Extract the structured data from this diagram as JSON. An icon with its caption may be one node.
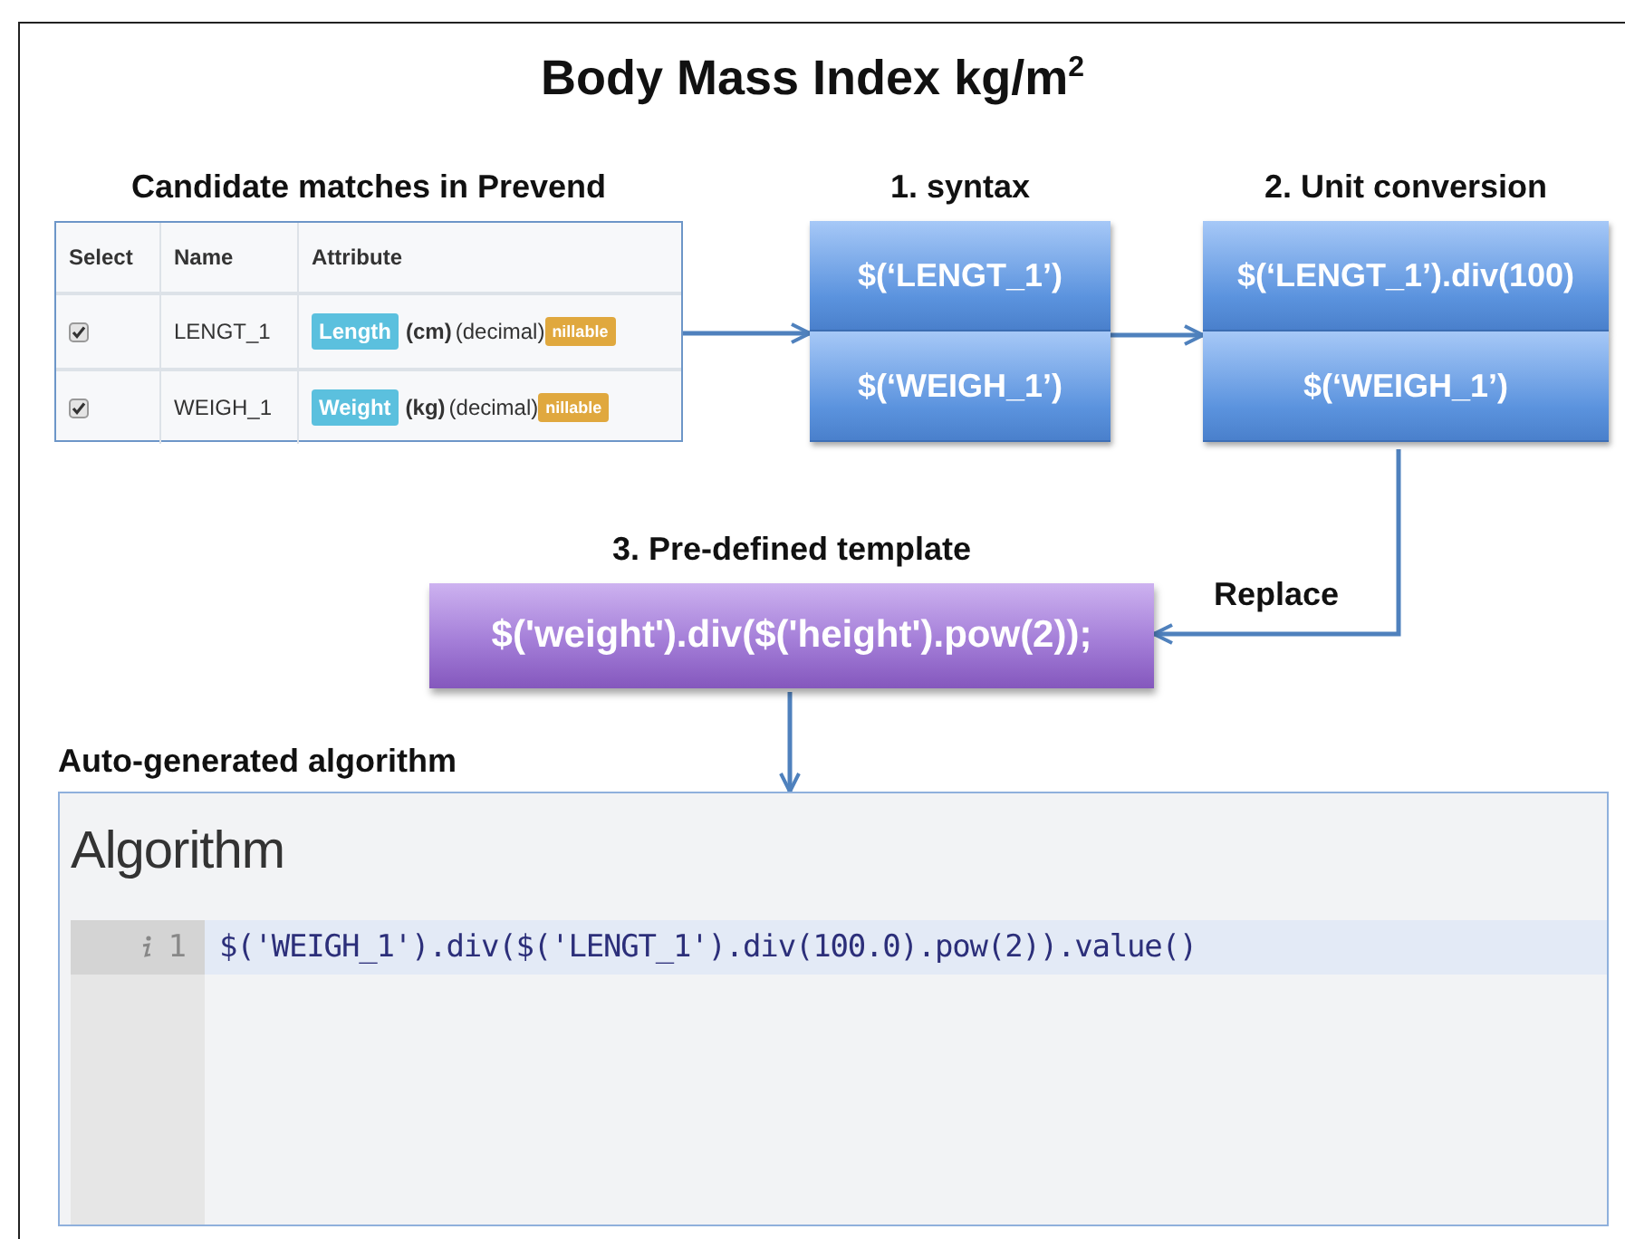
{
  "diagram": {
    "title": "Body Mass Index kg/m$^{2}$",
    "nodes": [
      {
        "text": [
          "Candidate matches in Prevend"
        ]
      },
      {
        "text": [
          "1. syntax"
        ]
      },
      {
        "text": [
          "$(‘LENGT_1’)"
        ],
        "in": 1
      },
      {
        "text": [
          "$(‘WEIGH_1’)"
        ],
        "in": 1
      },
      {
        "text": [
          "2. Unit conversion"
        ]
      },
      {
        "text": [
          "$(‘LENGT_1’).div(100)"
        ],
        "in": 4
      },
      {
        "text": [
          "$(‘WEIGH_1’)"
        ],
        "in": 4
      },
      {
        "text": [
          "3. Pre-defined template",
          "$('weight').div($('height').pow(2));"
        ]
      },
      {
        "text": [
          "Algorithm",
          "1",
          "$('WEIGH_1').div($('LENGT_1').div(100.0).pow(2)).value()"
        ],
        "beside": [
          "Auto-generated algorithm"
        ]
      }
    ],
    "edges": [
      {
        "from": 0,
        "to": 1,
        "arrow": "to"
      },
      {
        "from": 1,
        "to": 4,
        "arrow": "to"
      },
      {
        "from": 4,
        "to": 7,
        "arrow": "to",
        "label": "Replace"
      },
      {
        "from": 7,
        "to": 8,
        "arrow": "to"
      }
    ],
    "labels": [
      "Select",
      "Name",
      "Attribute",
      "LENGT_1",
      "Length",
      "(cm)",
      "(decimal)",
      "nillable",
      "WEIGH_1",
      "Weight",
      "(kg)",
      "(decimal)",
      "nillable"
    ]
  }
}
